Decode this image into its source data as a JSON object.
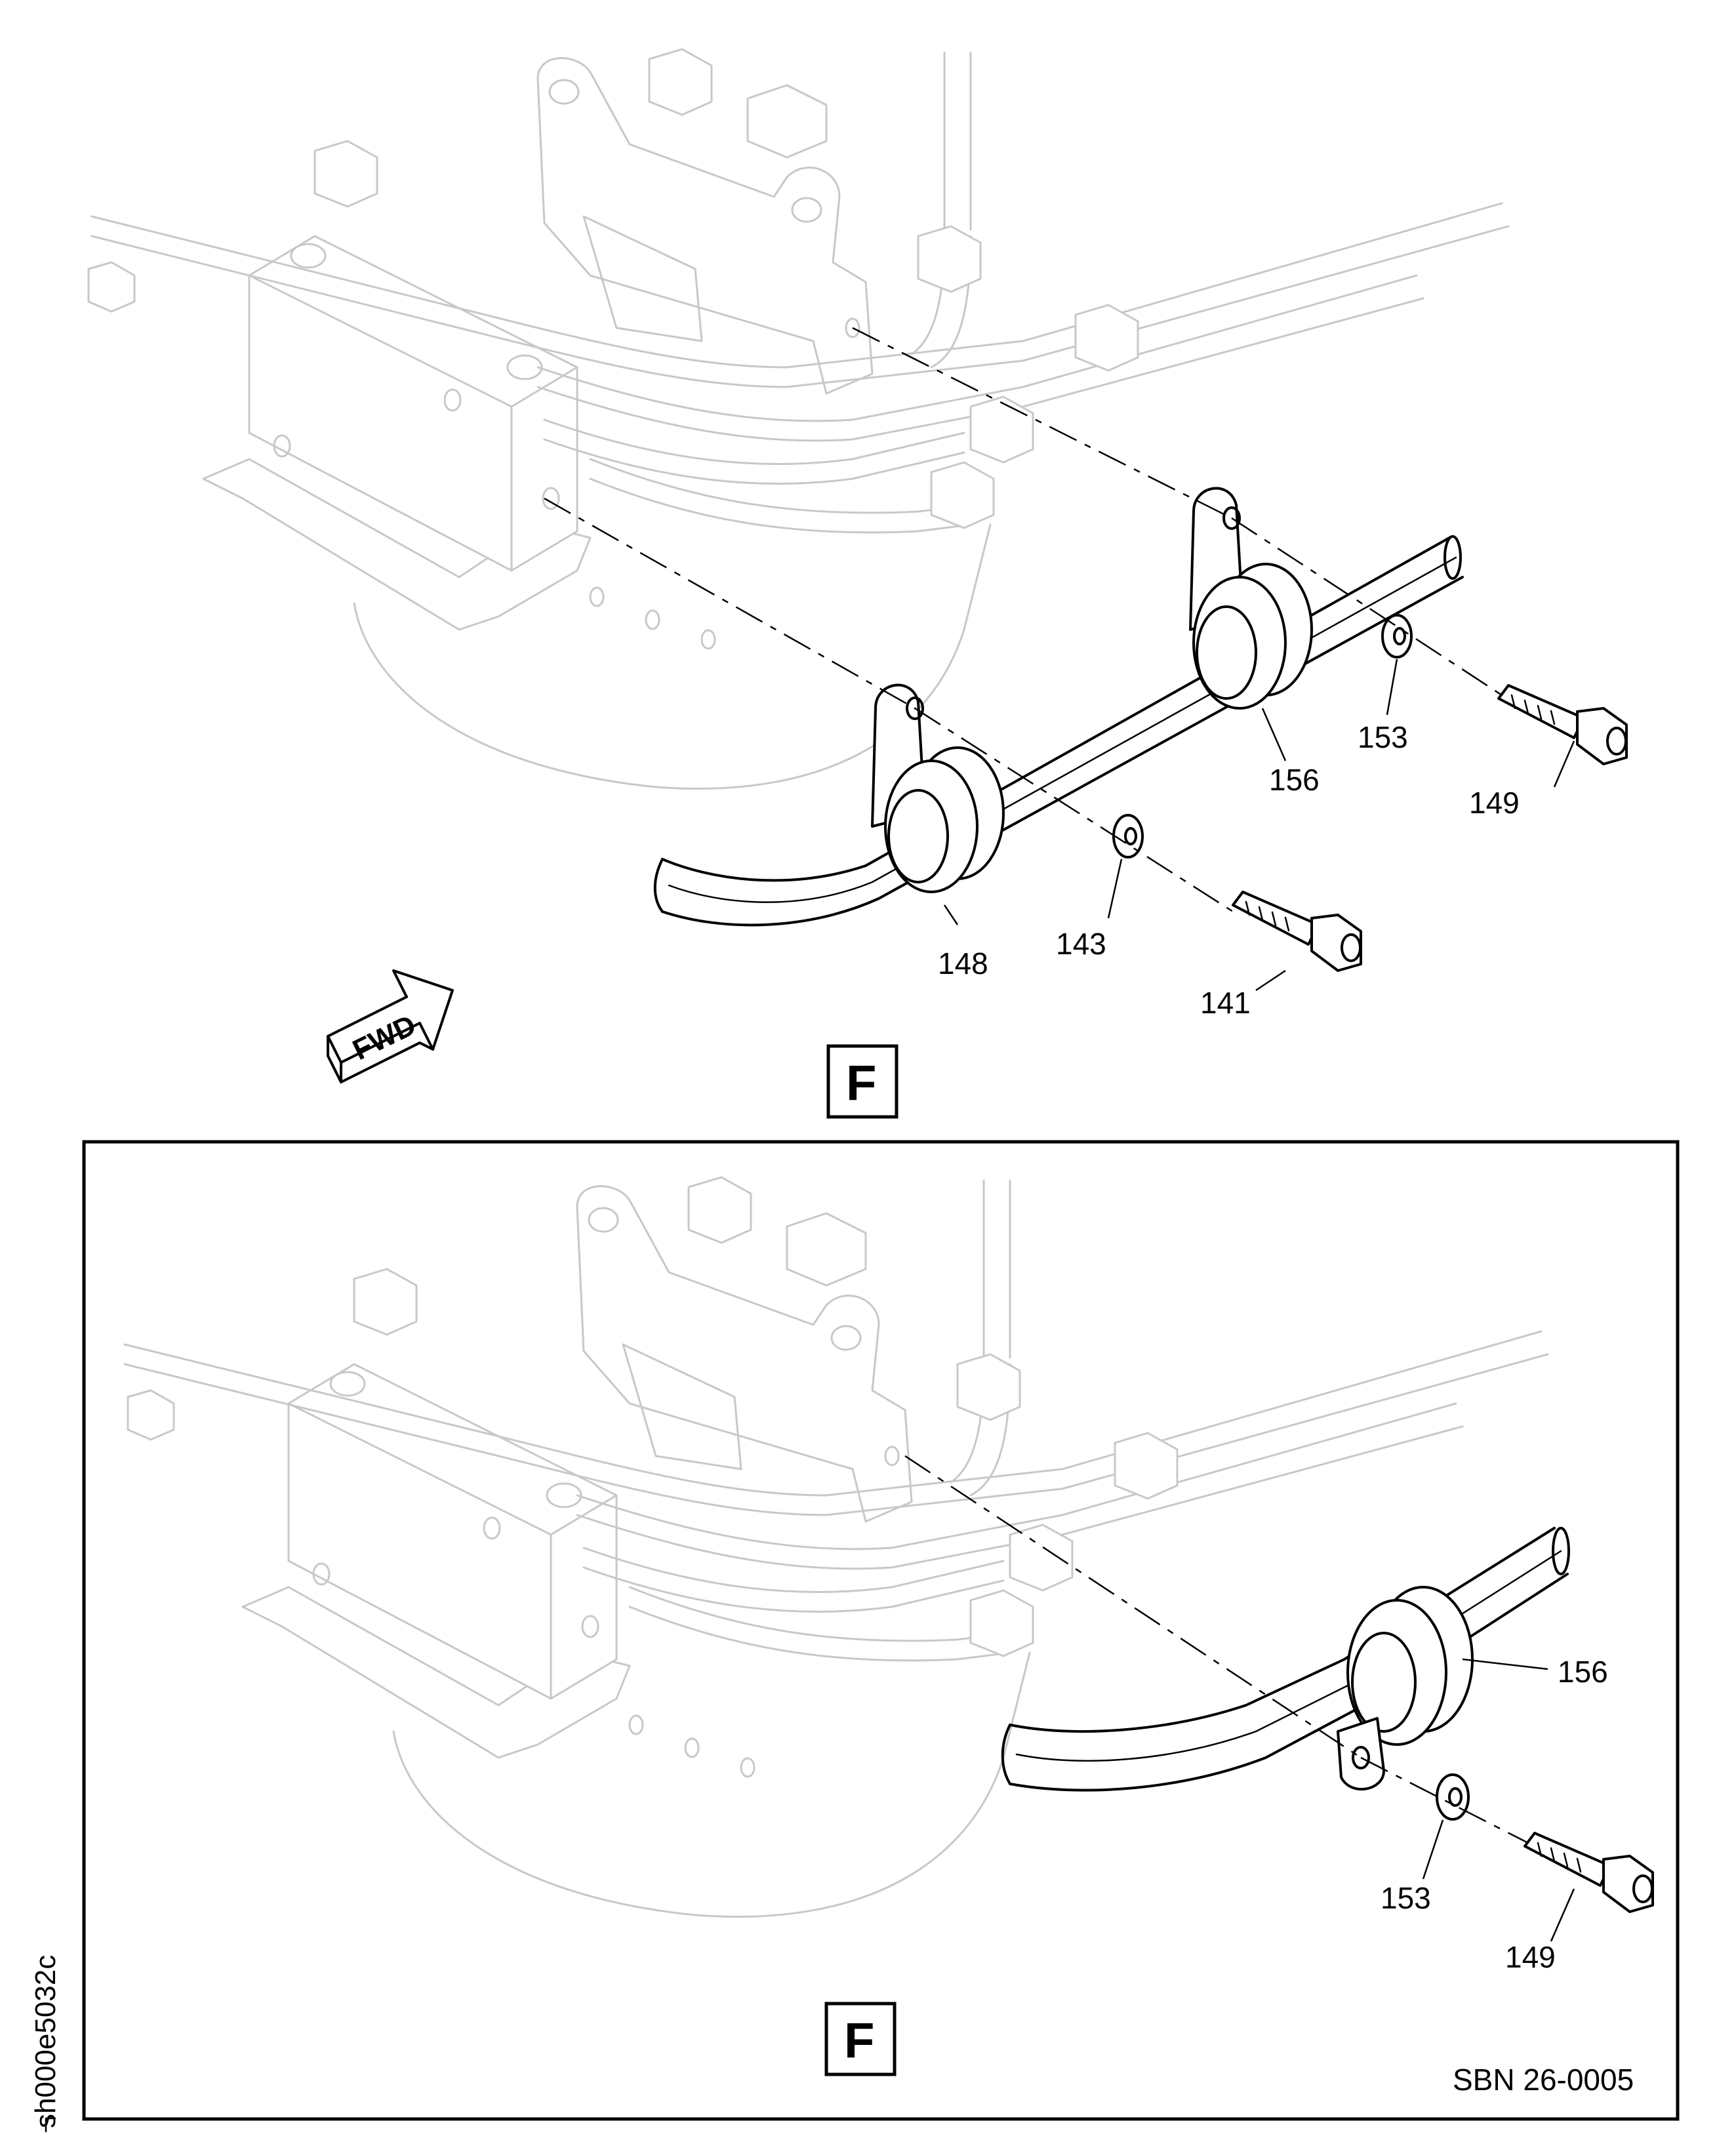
{
  "upper_view": {
    "view_label": "F",
    "forward_arrow_label": "FWD",
    "callouts": {
      "c148": "148",
      "c156": "156",
      "c153": "153",
      "c149": "149",
      "c143": "143",
      "c141": "141"
    }
  },
  "lower_view": {
    "view_label": "F",
    "callouts": {
      "c156": "156",
      "c153": "153",
      "c149": "149"
    },
    "reference_code": "SBN 26-0005"
  },
  "side_code": "sh000e5032c",
  "colors": {
    "ink": "#000000",
    "ghost": "#c8c8c8",
    "paper": "#ffffff"
  }
}
